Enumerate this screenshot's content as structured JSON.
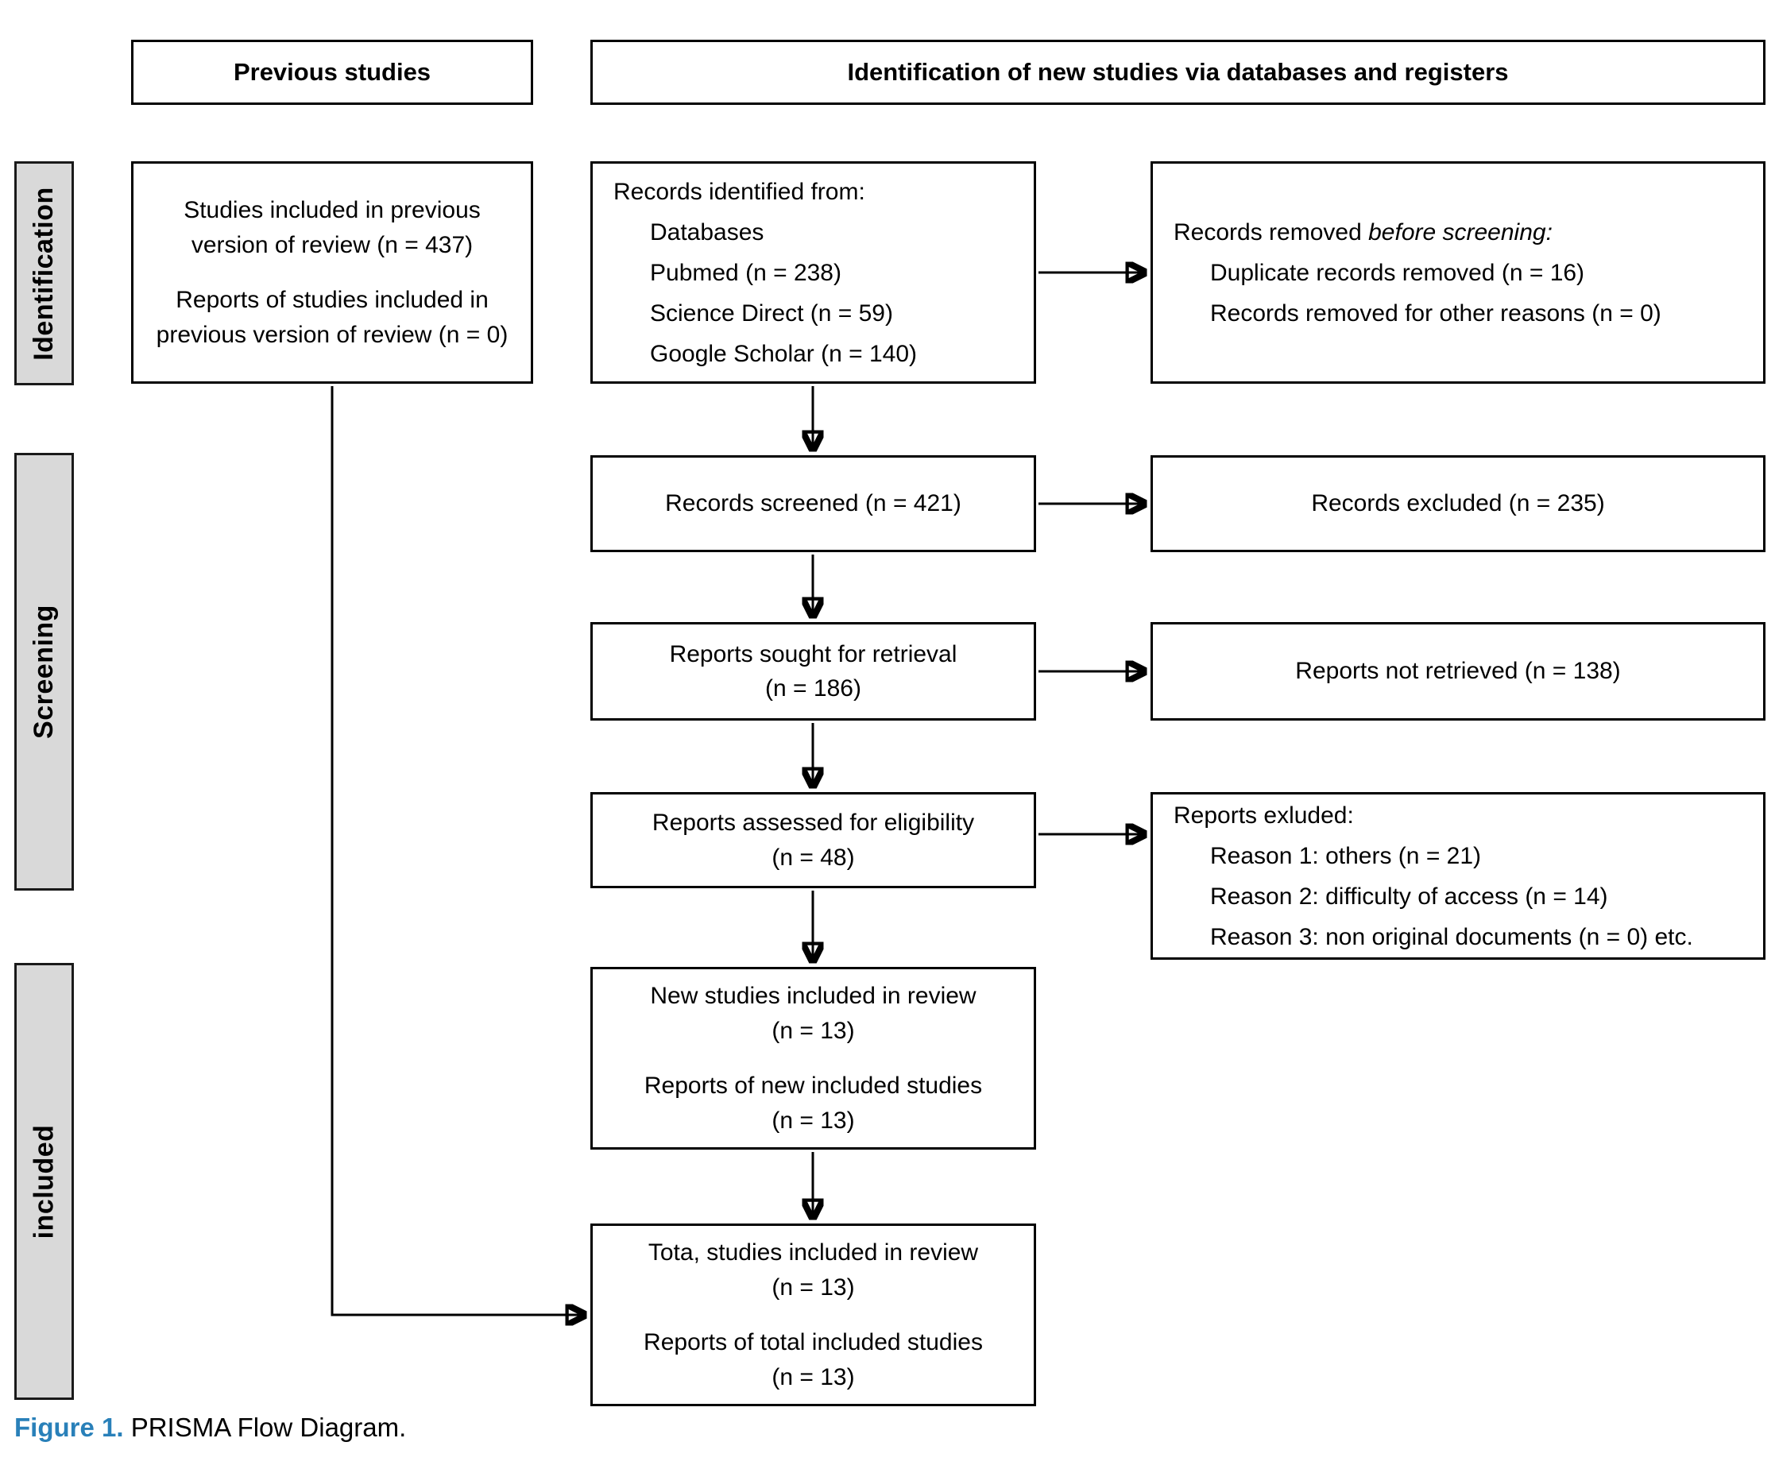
{
  "figure": {
    "caption_label": "Figure 1.",
    "caption_text": " PRISMA Flow Diagram."
  },
  "colors": {
    "accent_blue": "#2980b9",
    "bar_gray": "#d9d9d9",
    "line_black": "#000000"
  },
  "headers": {
    "previous": "Previous studies",
    "identification": "Identification of new studies via databases and registers"
  },
  "sidebar": {
    "identification": "Identification",
    "screening": "Screening",
    "included": "included"
  },
  "boxes": {
    "previous_review": {
      "para1": "Studies included in previous version of review (n = 437)",
      "para2": "Reports of studies included in previous version of review (n = 0)"
    },
    "records_identified": {
      "title": "Records identified from:",
      "items": [
        "Databases",
        "Pubmed (n = 238)",
        "Science Direct (n = 59)",
        "Google Scholar (n = 140)"
      ]
    },
    "records_removed": {
      "intro": "Records removed ",
      "intro_italic": "before screening:",
      "items": [
        "Duplicate records removed (n = 16)",
        "Records removed for other reasons (n = 0)"
      ]
    },
    "records_screened": {
      "label": "Records screened (n = 421)"
    },
    "records_excluded": {
      "label": "Records excluded (n = 235)"
    },
    "reports_sought": {
      "line1": "Reports sought for retrieval",
      "line2": "(n = 186)"
    },
    "reports_not_retrieved": {
      "label": "Reports not retrieved (n = 138)"
    },
    "reports_assessed": {
      "line1": "Reports assessed for eligibility",
      "line2": "(n = 48)"
    },
    "reports_excluded": {
      "title": "Reports exluded:",
      "items": [
        "Reason 1: others (n = 21)",
        "Reason 2: difficulty of access (n = 14)",
        "Reason 3: non original documents (n = 0) etc."
      ]
    },
    "new_studies": {
      "para1_line1": "New studies included in review",
      "para1_line2": "(n = 13)",
      "para2_line1": "Reports of new included studies",
      "para2_line2": "(n = 13)"
    },
    "total_studies": {
      "para1_line1": "Tota, studies included in review",
      "para1_line2": "(n = 13)",
      "para2_line1": "Reports of total included studies",
      "para2_line2": "(n = 13)"
    }
  }
}
